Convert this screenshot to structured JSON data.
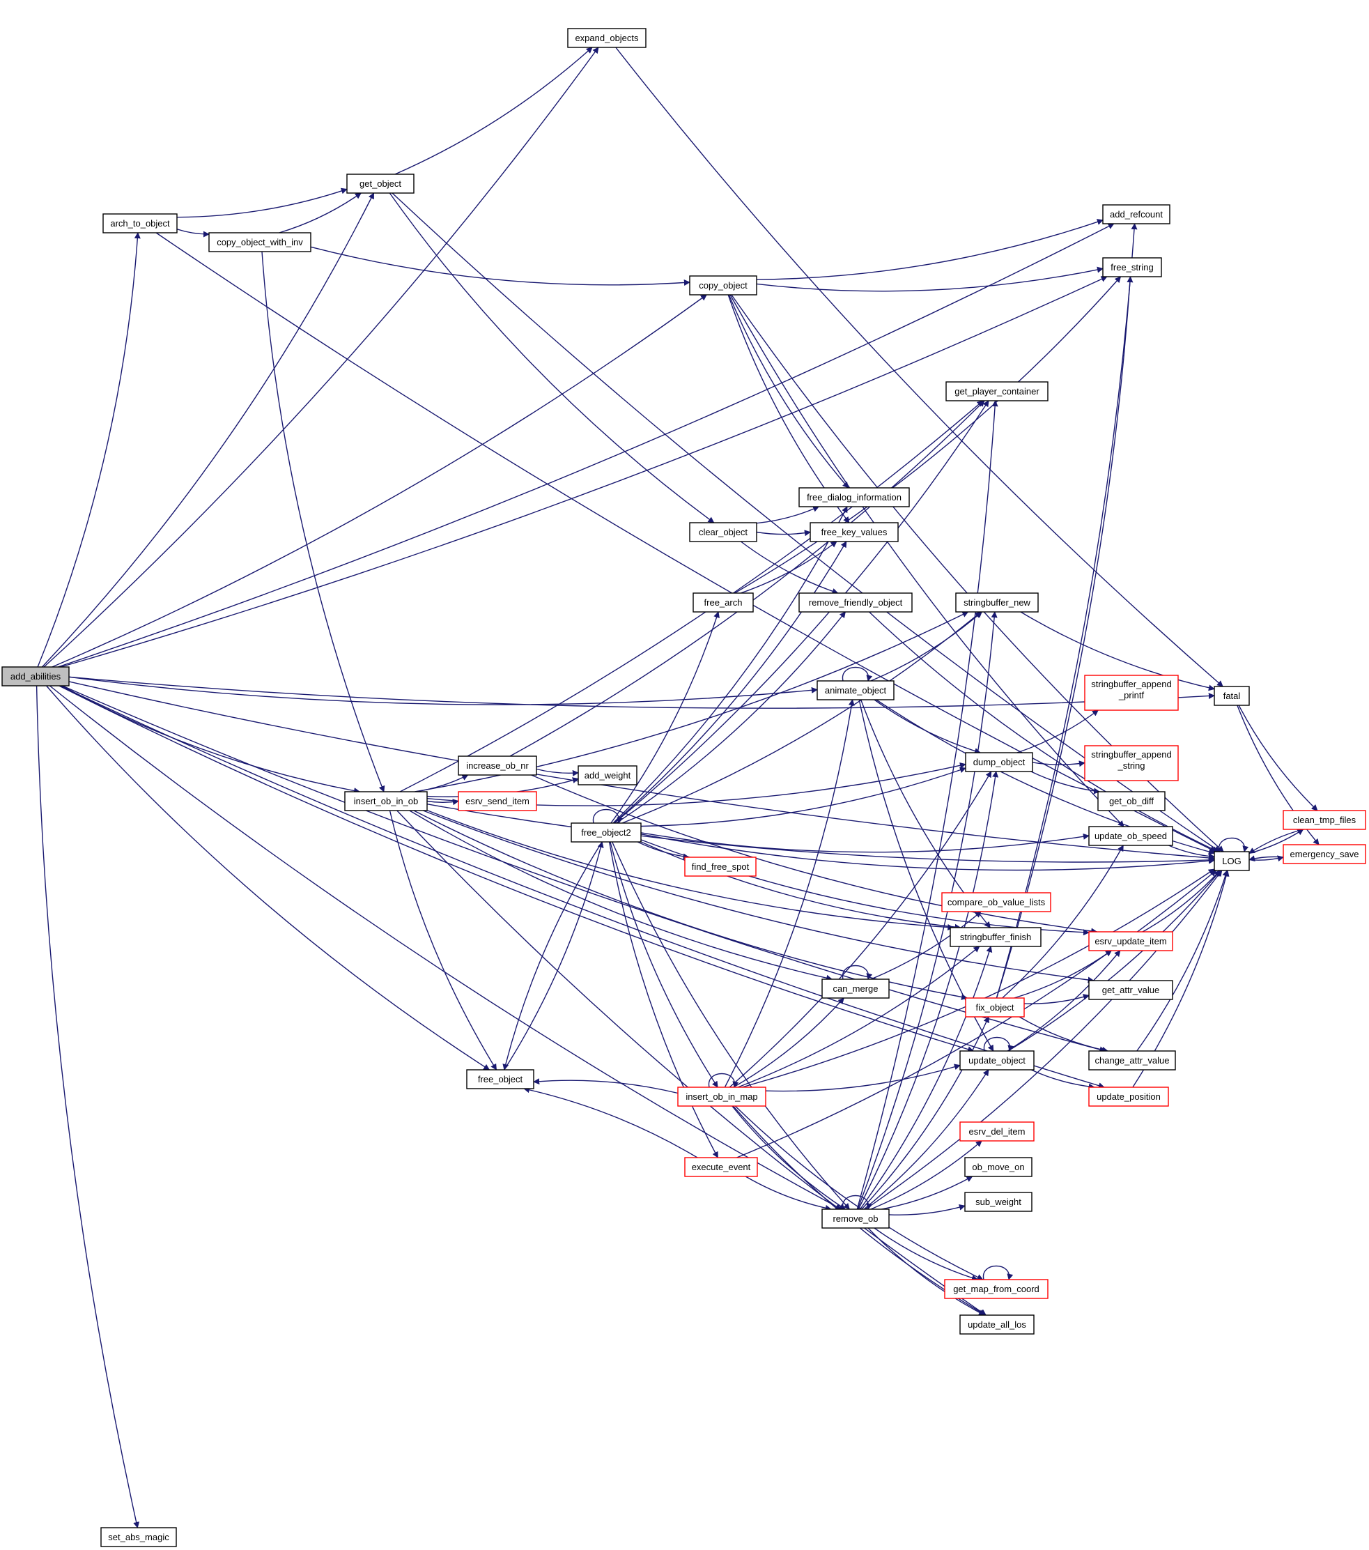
{
  "graph": {
    "title": "Call graph of add_abilities",
    "root": "add_abilities",
    "colors": {
      "edge": "#191970",
      "node_border": "#000000",
      "truncated_border": "#ff0000",
      "root_fill": "#bfbfbf",
      "node_fill": "#ffffff"
    },
    "nodes": [
      {
        "id": "add_abilities",
        "label": "add_abilities",
        "root": true
      },
      {
        "id": "arch_to_object",
        "label": "arch_to_object"
      },
      {
        "id": "copy_object_with_inv",
        "label": "copy_object_with_inv"
      },
      {
        "id": "get_object",
        "label": "get_object"
      },
      {
        "id": "expand_objects",
        "label": "expand_objects"
      },
      {
        "id": "copy_object",
        "label": "copy_object"
      },
      {
        "id": "insert_ob_in_ob",
        "label": "insert_ob_in_ob"
      },
      {
        "id": "increase_ob_nr",
        "label": "increase_ob_nr"
      },
      {
        "id": "esrv_send_item",
        "label": "esrv_send_item",
        "truncated": true
      },
      {
        "id": "add_weight",
        "label": "add_weight"
      },
      {
        "id": "free_object",
        "label": "free_object"
      },
      {
        "id": "free_object2",
        "label": "free_object2"
      },
      {
        "id": "find_free_spot",
        "label": "find_free_spot",
        "truncated": true
      },
      {
        "id": "clear_object",
        "label": "clear_object"
      },
      {
        "id": "free_arch",
        "label": "free_arch"
      },
      {
        "id": "insert_ob_in_map",
        "label": "insert_ob_in_map",
        "truncated": true
      },
      {
        "id": "execute_event",
        "label": "execute_event",
        "truncated": true
      },
      {
        "id": "animate_object",
        "label": "animate_object"
      },
      {
        "id": "can_merge",
        "label": "can_merge"
      },
      {
        "id": "remove_ob",
        "label": "remove_ob"
      },
      {
        "id": "remove_friendly_object",
        "label": "remove_friendly_object"
      },
      {
        "id": "free_dialog_information",
        "label": "free_dialog_information"
      },
      {
        "id": "free_key_values",
        "label": "free_key_values"
      },
      {
        "id": "get_player_container",
        "label": "get_player_container"
      },
      {
        "id": "stringbuffer_new",
        "label": "stringbuffer_new"
      },
      {
        "id": "dump_object",
        "label": "dump_object"
      },
      {
        "id": "compare_ob_value_lists",
        "label": "compare_ob_value_lists",
        "truncated": true
      },
      {
        "id": "stringbuffer_finish",
        "label": "stringbuffer_finish"
      },
      {
        "id": "fix_object",
        "label": "fix_object",
        "truncated": true
      },
      {
        "id": "update_object",
        "label": "update_object"
      },
      {
        "id": "esrv_del_item",
        "label": "esrv_del_item",
        "truncated": true
      },
      {
        "id": "ob_move_on",
        "label": "ob_move_on"
      },
      {
        "id": "sub_weight",
        "label": "sub_weight"
      },
      {
        "id": "get_map_from_coord",
        "label": "get_map_from_coord",
        "truncated": true
      },
      {
        "id": "update_all_los",
        "label": "update_all_los"
      },
      {
        "id": "add_refcount",
        "label": "add_refcount"
      },
      {
        "id": "free_string",
        "label": "free_string"
      },
      {
        "id": "sb_append_printf",
        "label": "stringbuffer_append\n_printf",
        "truncated": true
      },
      {
        "id": "sb_append_string",
        "label": "stringbuffer_append\n_string",
        "truncated": true
      },
      {
        "id": "get_ob_diff",
        "label": "get_ob_diff"
      },
      {
        "id": "update_ob_speed",
        "label": "update_ob_speed"
      },
      {
        "id": "esrv_update_item",
        "label": "esrv_update_item",
        "truncated": true
      },
      {
        "id": "get_attr_value",
        "label": "get_attr_value"
      },
      {
        "id": "change_attr_value",
        "label": "change_attr_value"
      },
      {
        "id": "update_position",
        "label": "update_position",
        "truncated": true
      },
      {
        "id": "fatal",
        "label": "fatal"
      },
      {
        "id": "LOG",
        "label": "LOG"
      },
      {
        "id": "clean_tmp_files",
        "label": "clean_tmp_files",
        "truncated": true
      },
      {
        "id": "emergency_save",
        "label": "emergency_save",
        "truncated": true
      },
      {
        "id": "set_abs_magic",
        "label": "set_abs_magic"
      }
    ]
  }
}
